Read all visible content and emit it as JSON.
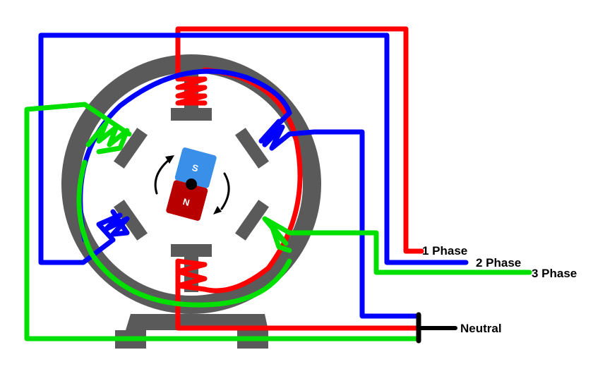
{
  "labels": {
    "phase1": "1 Phase",
    "phase2": "2 Phase",
    "phase3": "3 Phase",
    "neutral": "Neutral"
  },
  "rotor": {
    "south": "S",
    "north": "N"
  },
  "colors": {
    "phase1": "#ff0000",
    "phase2": "#0000ff",
    "phase3": "#00e000",
    "neutral": "#000000",
    "stator": "#5a5a5a",
    "south_pole": "#3a8fe8",
    "north_pole": "#b80000"
  }
}
